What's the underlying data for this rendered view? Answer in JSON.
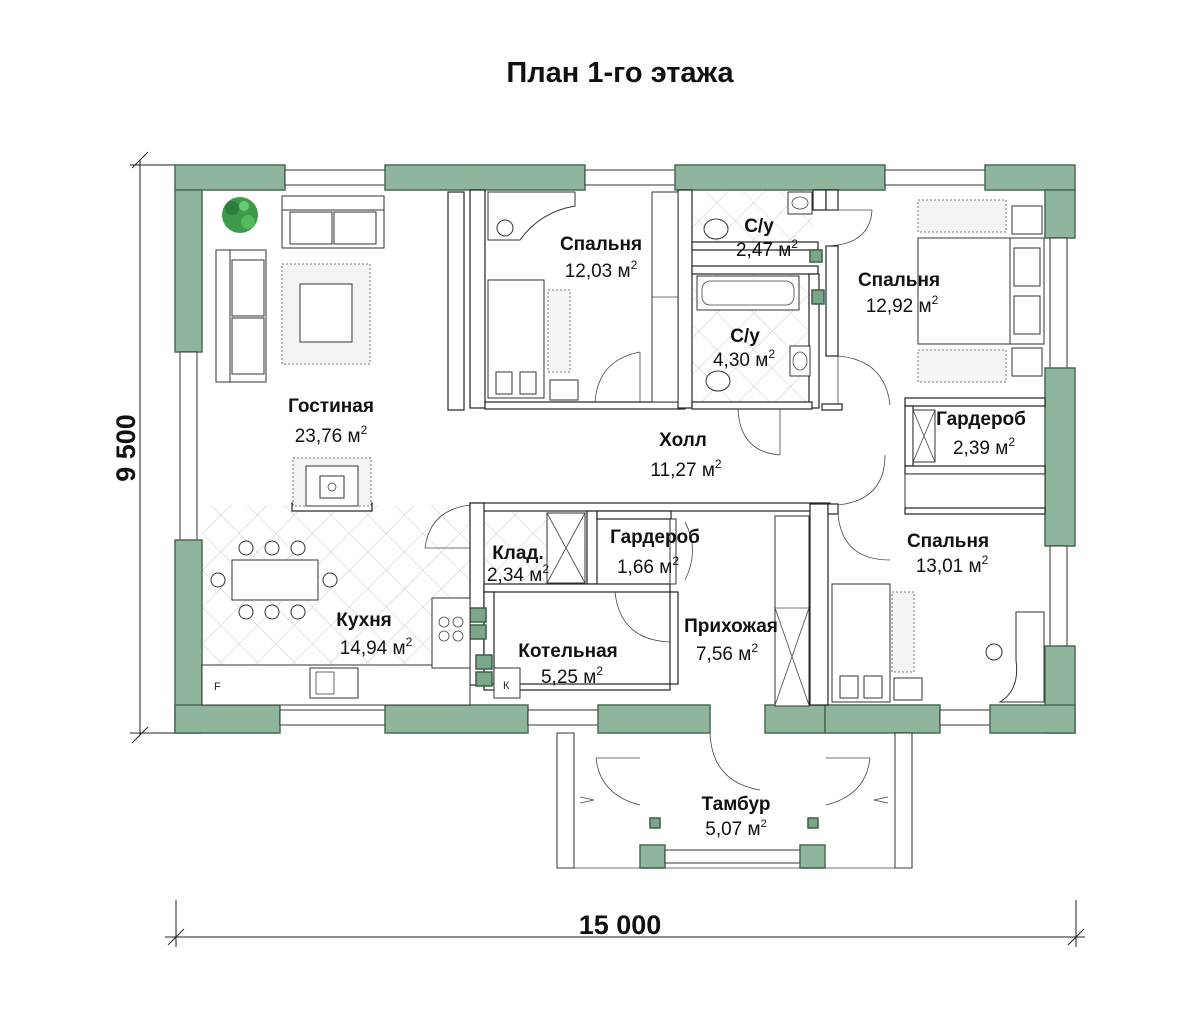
{
  "title": "План 1-го этажа",
  "dimensions": {
    "width": "15 000",
    "height": "9 500"
  },
  "area_unit": "м²",
  "rooms": [
    {
      "name": "Гостиная",
      "area": "23,76"
    },
    {
      "name": "Спальня",
      "area": "12,03"
    },
    {
      "name": "С/у",
      "area": "2,47"
    },
    {
      "name": "С/у",
      "area": "4,30"
    },
    {
      "name": "Спальня",
      "area": "12,92"
    },
    {
      "name": "Гардероб",
      "area": "2,39"
    },
    {
      "name": "Холл",
      "area": "11,27"
    },
    {
      "name": "Клад.",
      "area": "2,34"
    },
    {
      "name": "Гардероб",
      "area": "1,66"
    },
    {
      "name": "Спальня",
      "area": "13,01"
    },
    {
      "name": "Кухня",
      "area": "14,94"
    },
    {
      "name": "Котельная",
      "area": "5,25"
    },
    {
      "name": "Прихожая",
      "area": "7,56"
    },
    {
      "name": "Тамбур",
      "area": "5,07"
    }
  ],
  "fixtures": {
    "fridge_letter": "F",
    "boiler_letter": "К"
  },
  "colors": {
    "wall": "#8fb59c",
    "wall_stroke": "#4a6a55"
  }
}
